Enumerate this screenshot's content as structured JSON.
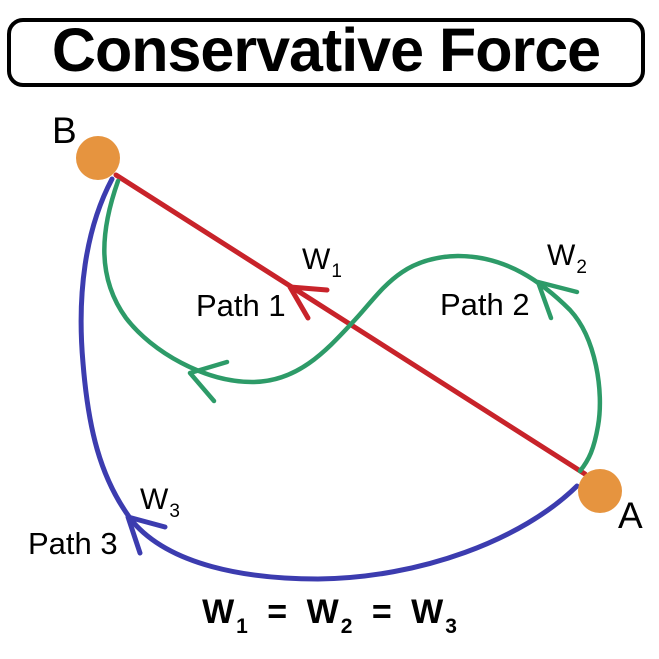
{
  "title": "Conservative Force",
  "diagram": {
    "point_b": {
      "label": "B"
    },
    "point_a": {
      "label": "A"
    },
    "paths": [
      {
        "label": "Path 1",
        "work": {
          "base": "W",
          "sub": "1"
        }
      },
      {
        "label": "Path 2",
        "work": {
          "base": "W",
          "sub": "2"
        }
      },
      {
        "label": "Path 3",
        "work": {
          "base": "W",
          "sub": "3"
        }
      }
    ]
  },
  "equation": {
    "equals": "=",
    "terms": [
      {
        "base": "W",
        "sub": "1"
      },
      {
        "base": "W",
        "sub": "2"
      },
      {
        "base": "W",
        "sub": "3"
      }
    ]
  },
  "colors": {
    "path1": "#c8232a",
    "path2": "#2d9b68",
    "path3": "#3c3caf",
    "point": "#e6943f",
    "text": "#000000"
  }
}
